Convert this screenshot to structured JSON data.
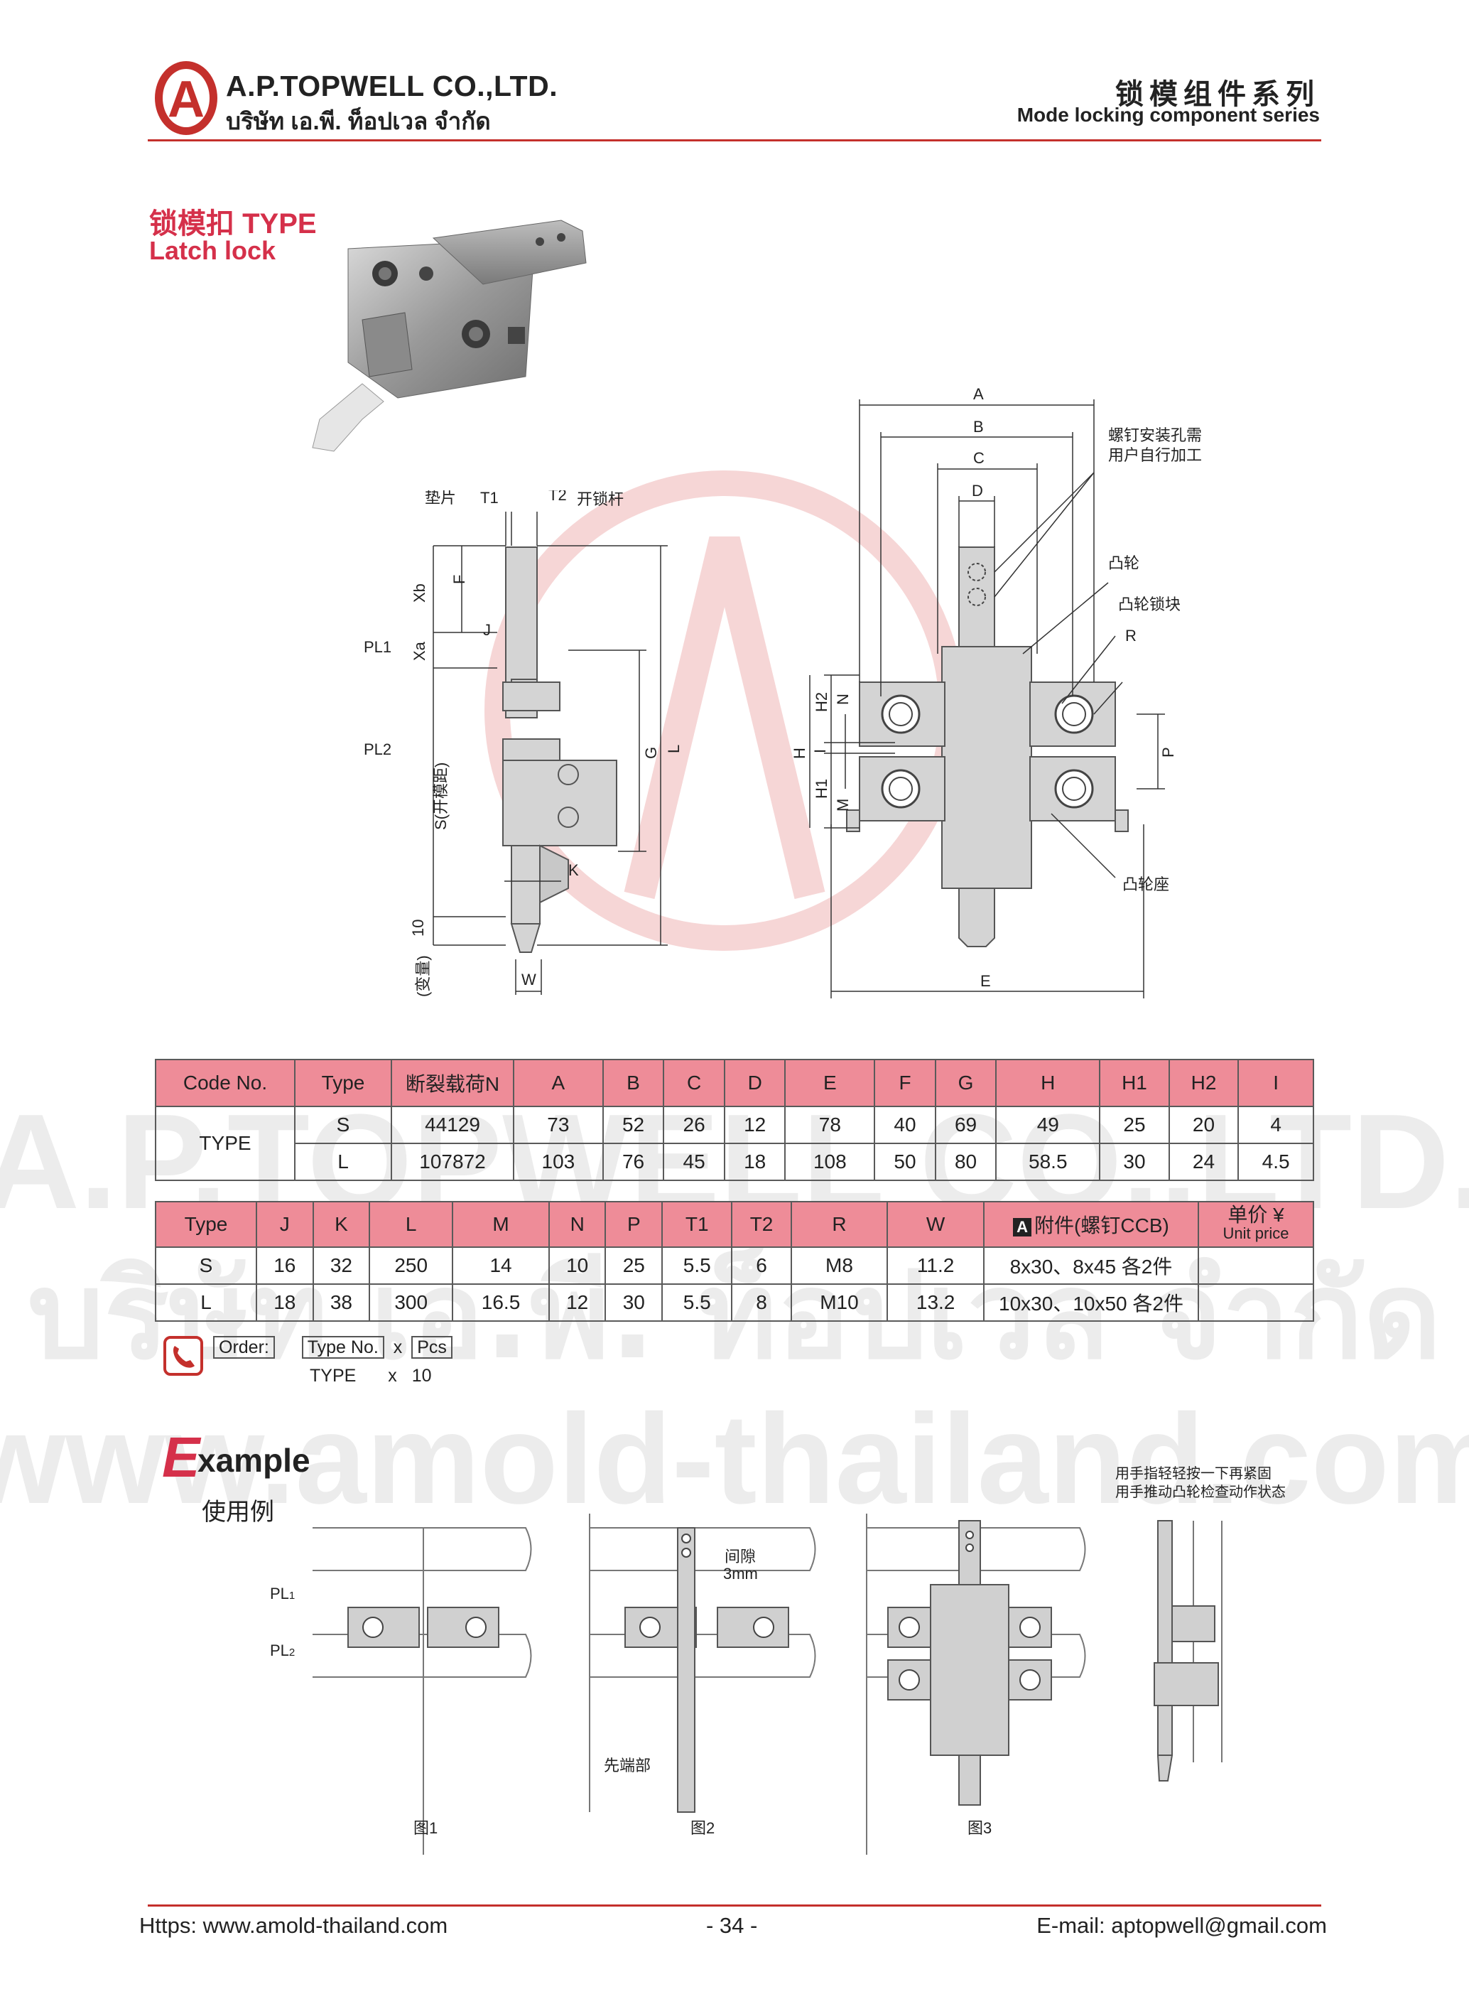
{
  "header": {
    "company_en": "A.P.TOPWELL CO.,LTD.",
    "company_th": "บริษัท เอ.พี. ท็อปเวล จำกัด",
    "logo_letter": "A",
    "series_cn": "锁模组件系列",
    "series_en": "Mode locking component series",
    "accent": "#c4302c"
  },
  "section": {
    "title_cn": "锁模扣 TYPE",
    "title_en": "Latch lock"
  },
  "drawing_left": {
    "labels": {
      "gasket": "垫片",
      "t1": "T1",
      "t2": "T2",
      "lever": "开锁杆",
      "xb": "Xb",
      "f": "F",
      "j": "J",
      "pl1": "PL1",
      "xa": "Xa",
      "pl2": "PL2",
      "s": "S(开模距)",
      "g": "G",
      "l": "L",
      "k": "K",
      "ten": "10",
      "var": "(变量)",
      "w": "W"
    }
  },
  "drawing_right": {
    "labels": {
      "a": "A",
      "b": "B",
      "c": "C",
      "d": "D",
      "screw_note1": "螺钉安装孔需",
      "screw_note2": "用户自行加工",
      "cam": "凸轮",
      "cam_lock": "凸轮锁块",
      "r": "R",
      "n": "N",
      "h2": "H2",
      "h": "H",
      "i": "I",
      "h1": "H1",
      "m": "M",
      "p": "P",
      "cam_seat": "凸轮座",
      "e": "E"
    }
  },
  "table1": {
    "headers": [
      "Code No.",
      "Type",
      "断裂载荷N",
      "A",
      "B",
      "C",
      "D",
      "E",
      "F",
      "G",
      "H",
      "H1",
      "H2",
      "I"
    ],
    "code": "TYPE",
    "rows": [
      [
        "S",
        "44129",
        "73",
        "52",
        "26",
        "12",
        "78",
        "40",
        "69",
        "49",
        "25",
        "20",
        "4"
      ],
      [
        "L",
        "107872",
        "103",
        "76",
        "45",
        "18",
        "108",
        "50",
        "80",
        "58.5",
        "30",
        "24",
        "4.5"
      ]
    ]
  },
  "table2": {
    "headers": [
      "Type",
      "J",
      "K",
      "L",
      "M",
      "N",
      "P",
      "T1",
      "T2",
      "R",
      "W"
    ],
    "accessory_badge": "A",
    "accessory_header": "附件(螺钉CCB)",
    "price_header_cn": "单价 ¥",
    "price_header_en": "Unit price",
    "rows": [
      [
        "S",
        "16",
        "32",
        "250",
        "14",
        "10",
        "25",
        "5.5",
        "6",
        "M8",
        "11.2",
        "8x30、8x45 各2件",
        ""
      ],
      [
        "L",
        "18",
        "38",
        "300",
        "16.5",
        "12",
        "30",
        "5.5",
        "8",
        "M10",
        "13.2",
        "10x30、10x50 各2件",
        ""
      ]
    ]
  },
  "order": {
    "label": "Order:",
    "type_no": "Type No.",
    "x": "x",
    "pcs": "Pcs",
    "example_type": "TYPE",
    "example_x": "x",
    "example_qty": "10"
  },
  "example": {
    "initial": "E",
    "rest": "xample",
    "cn": "使用例",
    "fig1": "图1",
    "fig2": "图2",
    "fig3": "图3",
    "pl1": "PL",
    "pl1_sub": "1",
    "pl2": "PL",
    "pl2_sub": "2",
    "gap_label": "间隙",
    "gap_value": "3mm",
    "tip_label": "先端部",
    "note1": "用手指轻轻按一下再紧固",
    "note2": "用手推动凸轮检查动作状态"
  },
  "watermark": {
    "line1": "A.P.TOPWELL CO.,LTD.",
    "line2": "บริษัท เอ.พี. ท็อปเวล จำกัด",
    "line3": "www.amold-thailand.com"
  },
  "footer": {
    "website": "Https: www.amold-thailand.com",
    "page": "- 34 -",
    "email": "E-mail: aptopwell@gmail.com"
  }
}
